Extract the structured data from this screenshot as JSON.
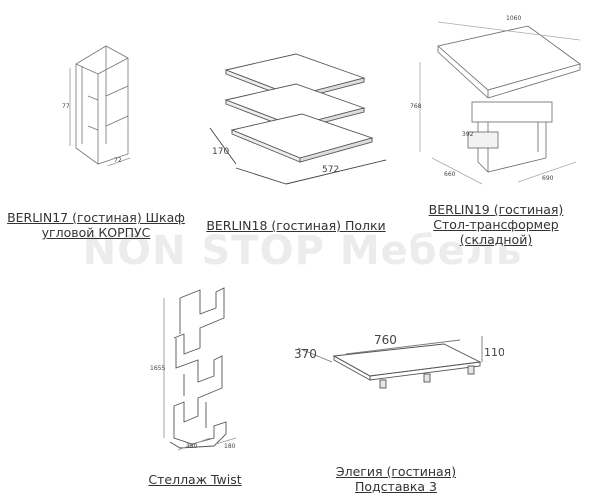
{
  "watermark": "NON STOP Мебель",
  "products": [
    {
      "line1": "BERLIN17 (гостиная) Шкаф",
      "line2": "угловой КОРПУС",
      "dims": [
        "77",
        "72"
      ]
    },
    {
      "line1": "BERLIN18 (гостиная) Полки",
      "dims": [
        "170",
        "572"
      ]
    },
    {
      "line1": "BERLIN19 (гостиная)",
      "line2": "Стол-трансформер",
      "line3": "(складной)",
      "dims": [
        "1060",
        "768",
        "392",
        "660",
        "690"
      ]
    },
    {
      "line1": "Стеллаж Twist",
      "dims": [
        "1655",
        "380",
        "180"
      ]
    },
    {
      "line1": "Элегия (гостиная)",
      "line2": "Подставка 3",
      "dims": [
        "760",
        "370",
        "110"
      ]
    }
  ]
}
